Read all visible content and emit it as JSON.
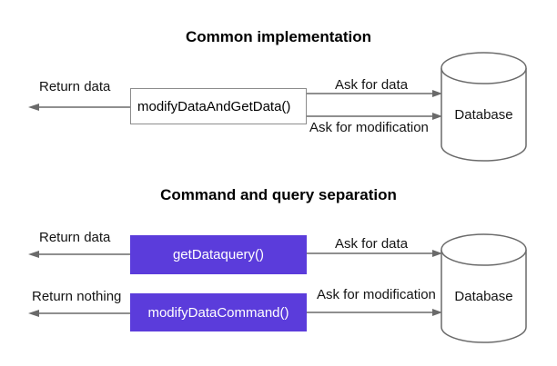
{
  "colors": {
    "accent_purple": "#5b3cdb",
    "line_gray": "#6a6a6a",
    "box_border_gray": "#8c8c8c"
  },
  "common": {
    "title": "Common implementation",
    "box_label": "modifyDataAndGetData()",
    "return_label": "Return data",
    "ask_data_label": "Ask for data",
    "ask_modification_label": "Ask for modification",
    "database_label": "Database"
  },
  "cqs": {
    "title": "Command and query separation",
    "query_box_label": "getDataquery()",
    "command_box_label": "modifyDataCommand()",
    "return_data_label": "Return data",
    "return_nothing_label": "Return nothing",
    "ask_data_label": "Ask for data",
    "ask_modification_label": "Ask for modification",
    "database_label": "Database"
  }
}
